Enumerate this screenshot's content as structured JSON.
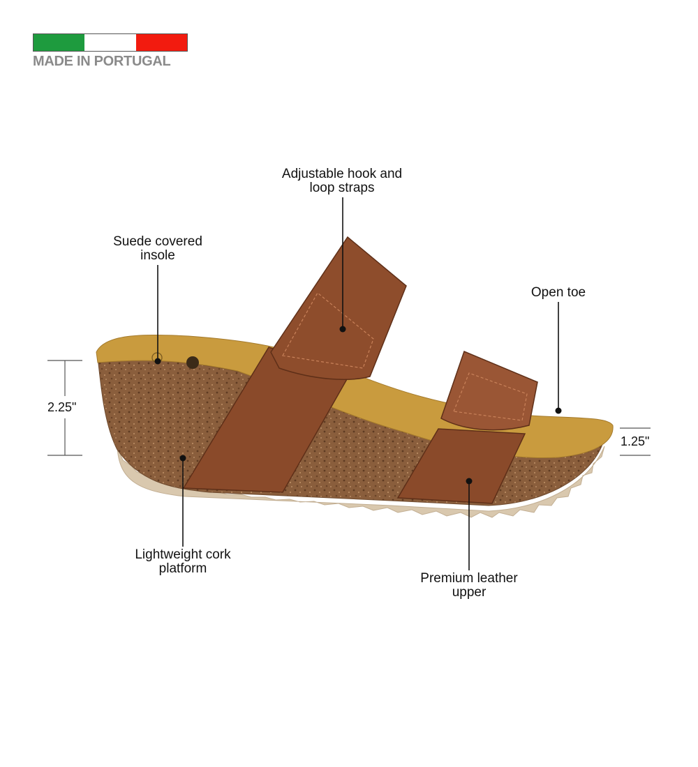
{
  "badge": {
    "text": "MADE IN PORTUGAL",
    "flag_colors": [
      "#1e9b3e",
      "#ffffff",
      "#f21b0f"
    ]
  },
  "callouts": [
    {
      "id": "straps",
      "text": "Adjustable hook and\nloop straps"
    },
    {
      "id": "insole",
      "text": "Suede covered\ninsole"
    },
    {
      "id": "toe",
      "text": "Open toe"
    },
    {
      "id": "platform",
      "text": "Lightweight cork\nplatform"
    },
    {
      "id": "upper",
      "text": "Premium leather\nupper"
    }
  ],
  "dimensions": {
    "heel_height": "2.25\"",
    "toe_height": "1.25\""
  },
  "colors": {
    "leather": "#8a4a2a",
    "cork": "#8a5e3c",
    "insole": "#c99b3e",
    "outsole": "#d9c8ae"
  }
}
